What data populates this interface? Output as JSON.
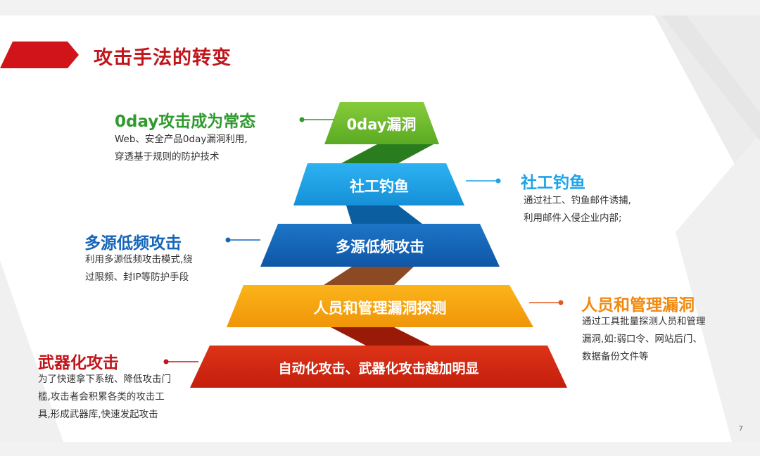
{
  "slide": {
    "title": "攻击手法的转变",
    "page_number": "7"
  },
  "colors": {
    "accent_red": "#d0141a",
    "green": "#6fbf2c",
    "light_blue": "#1fa3e8",
    "dark_blue": "#1565b8",
    "orange": "#f4a20c",
    "red": "#d12a10"
  },
  "pyramid": [
    {
      "label": "0day漏洞"
    },
    {
      "label": "社工钓鱼"
    },
    {
      "label": "多源低频攻击"
    },
    {
      "label": "人员和管理漏洞探测"
    },
    {
      "label": "自动化攻击、武器化攻击越加明显"
    }
  ],
  "callouts": {
    "zero_day": {
      "title": "0day攻击成为常态",
      "lines": [
        "Web、安全产品0day漏洞利用,",
        "穿透基于规则的防护技术"
      ]
    },
    "phishing": {
      "title": "社工钓鱼",
      "lines": [
        "通过社工、钓鱼邮件诱捕,",
        "利用邮件入侵企业内部;"
      ]
    },
    "multi_source": {
      "title": "多源低频攻击",
      "lines": [
        "利用多源低频攻击模式,绕",
        "过限频、封IP等防护手段"
      ]
    },
    "personnel": {
      "title": "人员和管理漏洞",
      "lines": [
        "通过工具批量探测人员和管理",
        "漏洞,如:弱口令、网站后门、",
        "数据备份文件等"
      ]
    },
    "weaponized": {
      "title": "武器化攻击",
      "lines": [
        "为了快速拿下系统、降低攻击门",
        "槛,攻击者会积累各类的攻击工",
        "具,形成武器库,快速发起攻击"
      ]
    }
  }
}
